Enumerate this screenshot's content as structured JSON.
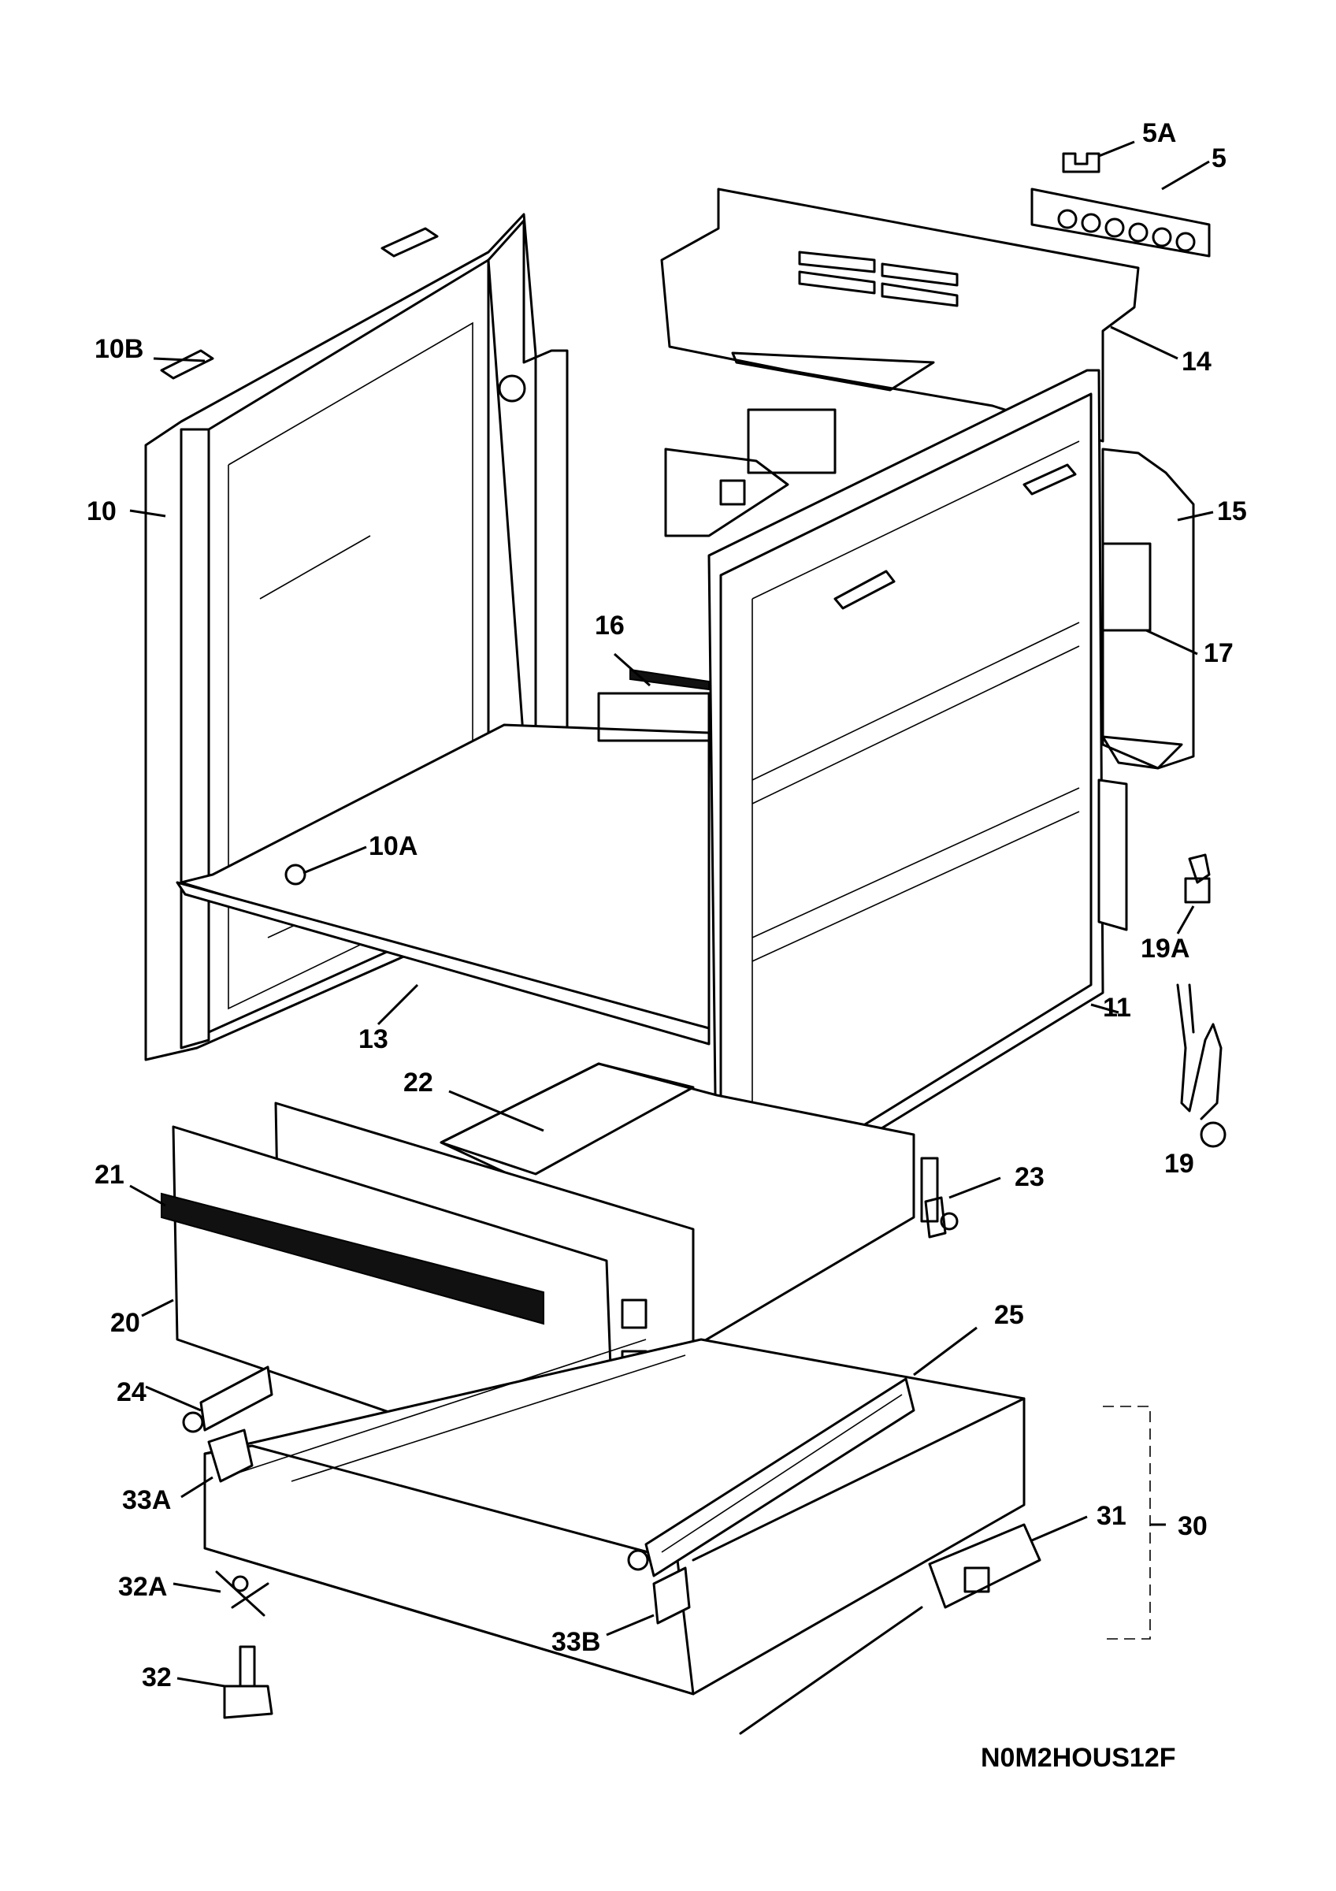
{
  "diagram": {
    "drawing_code": "N0M2HOUS12F",
    "labels": [
      "5A",
      "5",
      "10B",
      "10",
      "14",
      "15",
      "16",
      "17",
      "10A",
      "19A",
      "11",
      "13",
      "19",
      "22",
      "21",
      "23",
      "20",
      "25",
      "24",
      "33A",
      "31",
      "30",
      "32A",
      "33B",
      "32"
    ]
  }
}
